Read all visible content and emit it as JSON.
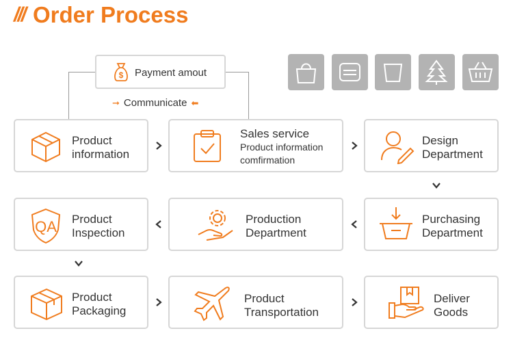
{
  "header": {
    "title": "Order Process",
    "title_mark": "///"
  },
  "payment": {
    "label": "Payment amout",
    "icon": "money-bag-icon"
  },
  "communicate": {
    "label": "Communicate"
  },
  "category_icons": [
    "shopping-bag-icon",
    "card-icon",
    "cup-icon",
    "tree-icon",
    "basket-icon"
  ],
  "steps": [
    {
      "id": "product-information",
      "lines": [
        "Product",
        "information"
      ],
      "icon": "box-icon"
    },
    {
      "id": "sales-service",
      "lines": [
        "Sales service"
      ],
      "sub": [
        "Product information",
        "comfirmation"
      ],
      "icon": "clipboard-icon"
    },
    {
      "id": "design-department",
      "lines": [
        "Design",
        "Department"
      ],
      "icon": "designer-icon"
    },
    {
      "id": "purchasing-department",
      "lines": [
        "Purchasing",
        "Department"
      ],
      "icon": "cart-icon"
    },
    {
      "id": "production-department",
      "lines": [
        "Production",
        "Department"
      ],
      "icon": "gear-hand-icon"
    },
    {
      "id": "product-inspection",
      "lines": [
        "Product",
        "Inspection"
      ],
      "icon": "qa-icon"
    },
    {
      "id": "product-packaging",
      "lines": [
        "Product",
        "Packaging"
      ],
      "icon": "package-icon"
    },
    {
      "id": "product-transportation",
      "lines": [
        "Product",
        "Transportation"
      ],
      "icon": "airplane-icon"
    },
    {
      "id": "deliver-goods",
      "lines": [
        "Deliver",
        "Goods"
      ],
      "icon": "delivery-hand-icon"
    }
  ],
  "colors": {
    "accent": "#F07C1E",
    "border": "#d6d6d6",
    "icon_tile": "#b3b3b3",
    "text": "#333333"
  }
}
